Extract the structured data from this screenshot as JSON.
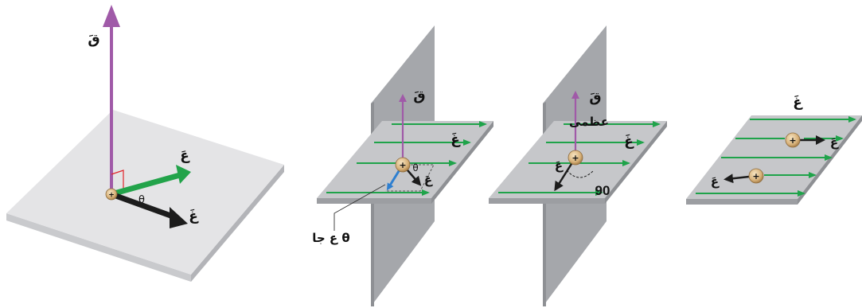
{
  "colors": {
    "force": "#a05aa8",
    "velocity": "#22a34a",
    "field_lines": "#1fa34a",
    "plane_light": "#e6e6e8",
    "plane_gray": "#9c9ea2",
    "charge": "#d8b27a",
    "component": "#2e7fd0",
    "dark_vector": "#1c1c1c"
  },
  "icons": [
    "right-angle-icon",
    "plus-charge-icon"
  ],
  "panel1": {
    "force_label": "قَ",
    "velocity_label": "عَ",
    "field_label": "غَ",
    "theta": "θ"
  },
  "panel2": {
    "force_label": "قَ",
    "field_label": "غَ",
    "velocity_label": "عَ",
    "theta": "θ",
    "component_label": "ع جا θ"
  },
  "panel3": {
    "force_label": "قَ",
    "max_label": "عظمى",
    "field_label": "غَ",
    "velocity_label": "عَ",
    "angle": "90"
  },
  "panel4": {
    "field_label": "غَ",
    "velocity_label_1": "عَ",
    "velocity_label_2": "عَ"
  }
}
